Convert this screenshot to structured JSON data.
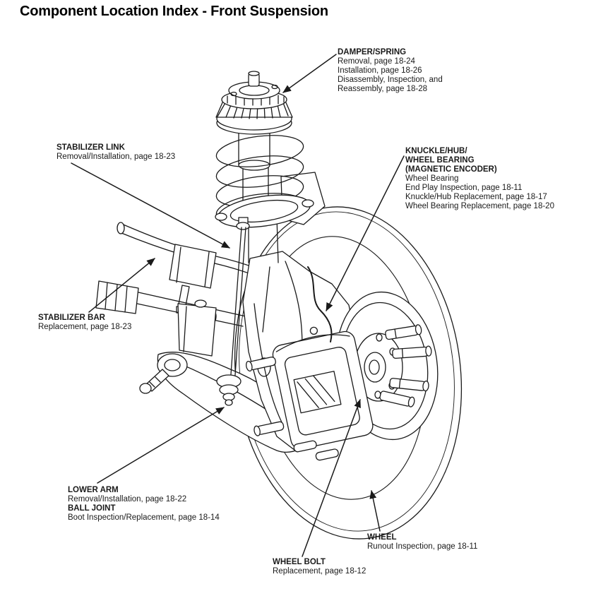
{
  "colors": {
    "ink": "#1a1a1a",
    "paper": "#ffffff"
  },
  "title": "Component Location Index - Front Suspension",
  "callouts": {
    "damper_spring": {
      "heading": "DAMPER/SPRING",
      "lines": [
        "Removal, page 18-24",
        "Installation, page 18-26",
        "Disassembly, Inspection, and",
        "Reassembly, page 18-28"
      ]
    },
    "stabilizer_link": {
      "heading": "STABILIZER LINK",
      "lines": [
        "Removal/Installation, page 18-23"
      ]
    },
    "knuckle_hub": {
      "heading_lines": [
        "KNUCKLE/HUB/",
        "WHEEL BEARING",
        "(MAGNETIC ENCODER)"
      ],
      "lines": [
        "Wheel Bearing",
        "End Play Inspection, page 18-11",
        "Knuckle/Hub Replacement, page 18-17",
        "Wheel Bearing Replacement, page 18-20"
      ]
    },
    "stabilizer_bar": {
      "heading": "STABILIZER BAR",
      "lines": [
        "Replacement, page 18-23"
      ]
    },
    "lower_arm": {
      "heading": "LOWER ARM",
      "lines": [
        "Removal/Installation, page 18-22"
      ]
    },
    "ball_joint": {
      "heading": "BALL JOINT",
      "lines": [
        "Boot Inspection/Replacement, page 18-14"
      ]
    },
    "wheel": {
      "heading": "WHEEL",
      "lines": [
        "Runout Inspection, page 18-11"
      ]
    },
    "wheel_bolt": {
      "heading": "WHEEL BOLT",
      "lines": [
        "Replacement, page 18-12"
      ]
    }
  }
}
